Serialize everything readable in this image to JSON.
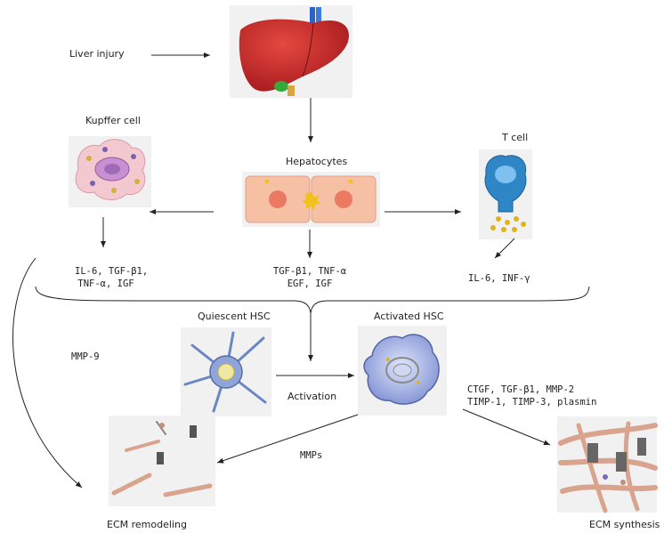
{
  "labels": {
    "liver_injury": "Liver injury",
    "kupffer_cell": "Kupffer cell",
    "hepatocytes": "Hepatocytes",
    "t_cell": "T cell",
    "kupffer_factors_line1": "IL-6, TGF-β1,",
    "kupffer_factors_line2": "TNF-α, IGF",
    "hepatocyte_factors_line1": "TGF-β1, TNF-α",
    "hepatocyte_factors_line2": "EGF, IGF",
    "tcell_factors": "IL-6, INF-γ",
    "quiescent_hsc": "Quiescent HSC",
    "activated_hsc": "Activated HSC",
    "mmp9": "MMP-9",
    "activation": "Activation",
    "mmps": "MMPs",
    "synthesis_factors_line1": "CTGF, TGF-β1, MMP-2",
    "synthesis_factors_line2": "TIMP-1, TIMP-3, plasmin",
    "ecm_remodeling": "ECM remodeling",
    "ecm_synthesis": "ECM synthesis"
  },
  "colors": {
    "liver": "#c8262a",
    "arrow": "#222222",
    "panel_bg": "#f1f1f1",
    "hepatocyte": "#f4b49a",
    "kupffer": "#f3c8cf",
    "tcell": "#2f86c6",
    "hsc_quiescent": "#6a86c4",
    "hsc_activated": "#8fa0d8",
    "collagen": "#d9a48e"
  }
}
